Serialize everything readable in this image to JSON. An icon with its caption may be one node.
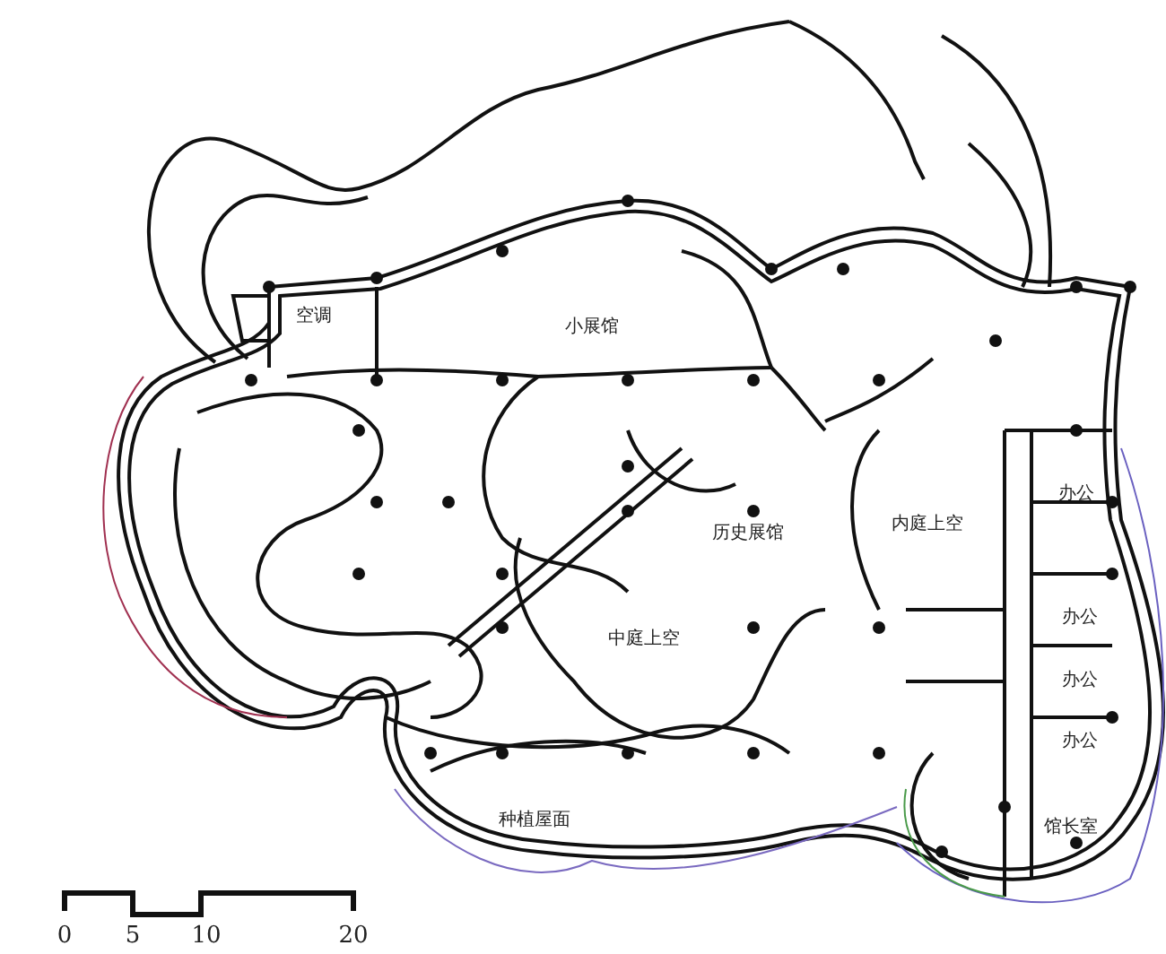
{
  "diagram": {
    "labels": [
      "空调",
      "小展馆",
      "内庭上空",
      "办公",
      "历史展馆",
      "中庭上空",
      "办公",
      "办公",
      "办公",
      "种植屋面",
      "馆长室",
      "0",
      "5",
      "10",
      "20"
    ]
  }
}
